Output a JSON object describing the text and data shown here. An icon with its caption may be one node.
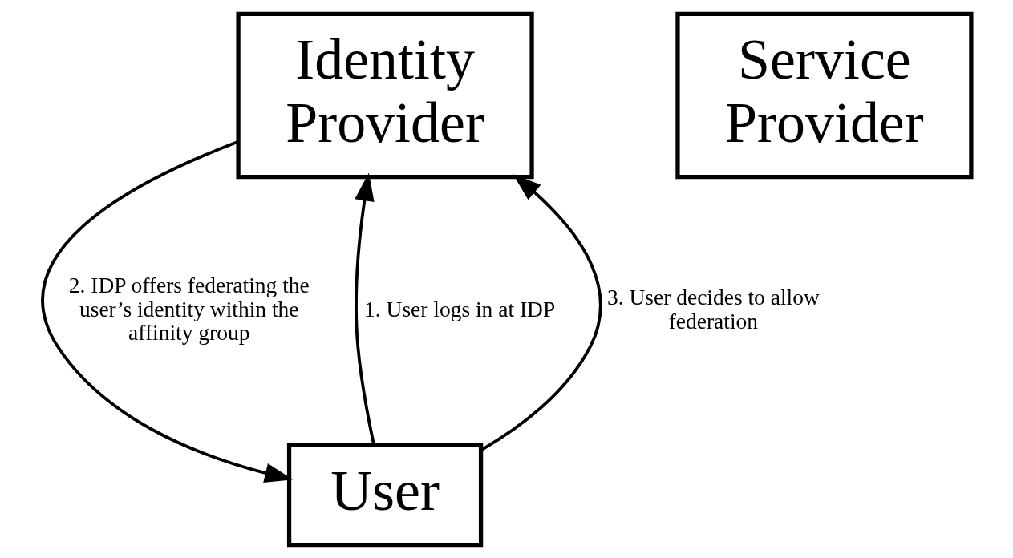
{
  "diagram": {
    "nodes": [
      {
        "text": [
          "Identity Provider"
        ]
      },
      {
        "text": [
          "Service Provider"
        ]
      },
      {
        "text": [
          "User"
        ]
      }
    ],
    "edges": [
      {
        "from": 2,
        "to": 0,
        "arrow": "to",
        "label": "1. User logs in at IDP"
      },
      {
        "from": 0,
        "to": 2,
        "arrow": "to",
        "label": "2. IDP offers federating the user’s identity within the affinity group"
      },
      {
        "from": 2,
        "to": 0,
        "arrow": "to",
        "label": "3. User decides to allow federation"
      }
    ]
  }
}
